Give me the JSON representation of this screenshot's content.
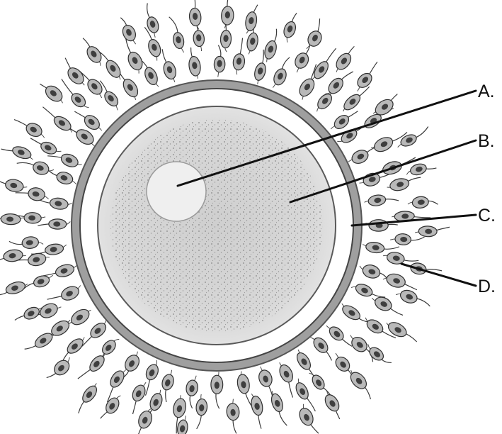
{
  "diagram": {
    "labels": [
      {
        "id": "A",
        "text": "A."
      },
      {
        "id": "B",
        "text": "B."
      },
      {
        "id": "C",
        "text": "C."
      },
      {
        "id": "D",
        "text": "D."
      }
    ]
  },
  "colors": {
    "ink": "#111111",
    "cytoplasm": "#d5d5d5",
    "nucleus": "#efefef",
    "zona": "#ffffff",
    "cell_body": "#b9b9b9",
    "cell_nucleus": "#3f3f3f"
  }
}
